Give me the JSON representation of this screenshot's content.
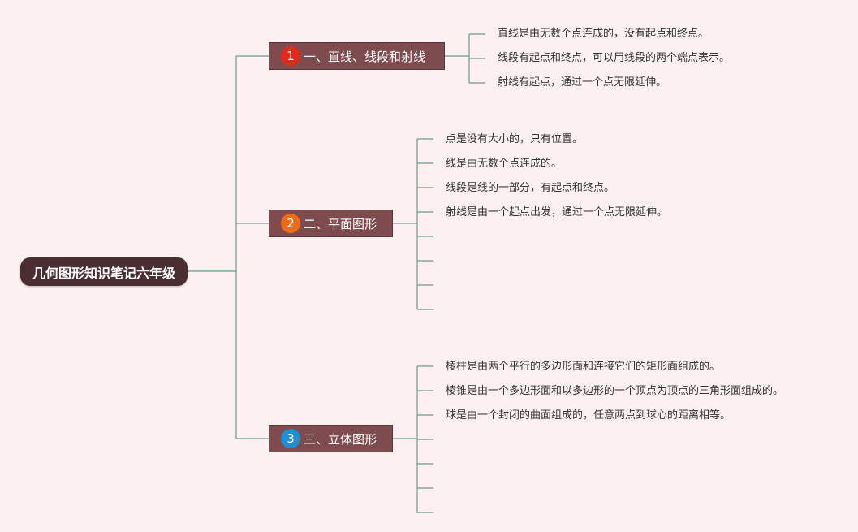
{
  "root": {
    "label": "几何图形知识笔记六年级"
  },
  "branches": [
    {
      "number": "1",
      "label": "一、直线、线段和射线",
      "badge_color": "#e02a1b",
      "items": [
        "直线是由无数个点连成的，没有起点和终点。",
        "线段有起点和终点，可以用线段的两个端点表示。",
        "射线有起点，通过一个点无限延伸。"
      ]
    },
    {
      "number": "2",
      "label": "二、平面图形",
      "badge_color": "#ee6b1a",
      "items": [
        "点是没有大小的，只有位置。",
        "线是由无数个点连成的。",
        "线段是线的一部分，有起点和终点。",
        "射线是由一个起点出发，通过一个点无限延伸。",
        "",
        "",
        "",
        ""
      ]
    },
    {
      "number": "3",
      "label": "三、立体图形",
      "badge_color": "#1e8fd6",
      "items": [
        "棱柱是由两个平行的多边形面和连接它们的矩形面组成的。",
        "棱锥是由一个多边形面和以多边形的一个顶点为顶点的三角形面组成的。",
        "球是由一个封闭的曲面组成的，任意两点到球心的距离相等。",
        "",
        "",
        "",
        ""
      ]
    }
  ],
  "colors": {
    "background": "#fdf0f0",
    "root_fill": "#4a2e32",
    "branch_fill": "#7e4c4f",
    "connector": "#6e9a94"
  }
}
